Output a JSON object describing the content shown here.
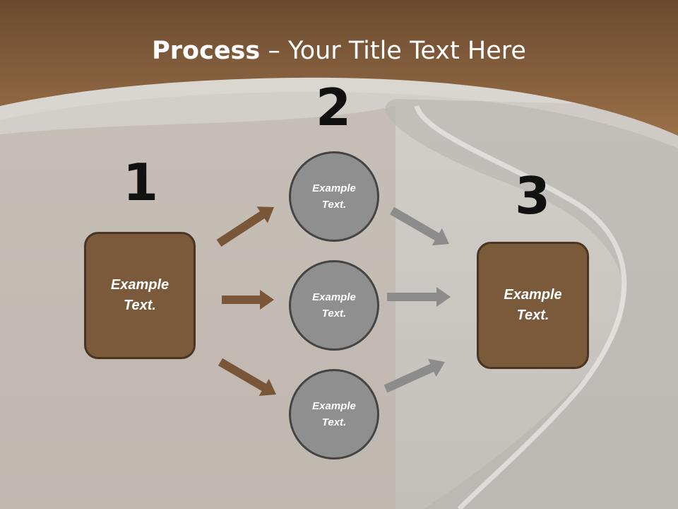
{
  "title": {
    "bold": "Process",
    "separator": " – ",
    "rest": "Your Title Text Here"
  },
  "steps": {
    "one": "1",
    "two": "2",
    "three": "3"
  },
  "left_box": {
    "text": "Example\nText."
  },
  "right_box": {
    "text": "Example\nText."
  },
  "circles": [
    {
      "text": "Example\nText."
    },
    {
      "text": "Example\nText."
    },
    {
      "text": "Example\nText."
    }
  ],
  "colors": {
    "banner": "#7a5638",
    "box_fill": "#7a5a3a",
    "box_border": "#4a3522",
    "circle_fill": "#8f8f8f",
    "circle_border": "#444444",
    "arrow_brown": "#7a5638",
    "arrow_grey": "#8c8c8c",
    "number": "#111111"
  }
}
